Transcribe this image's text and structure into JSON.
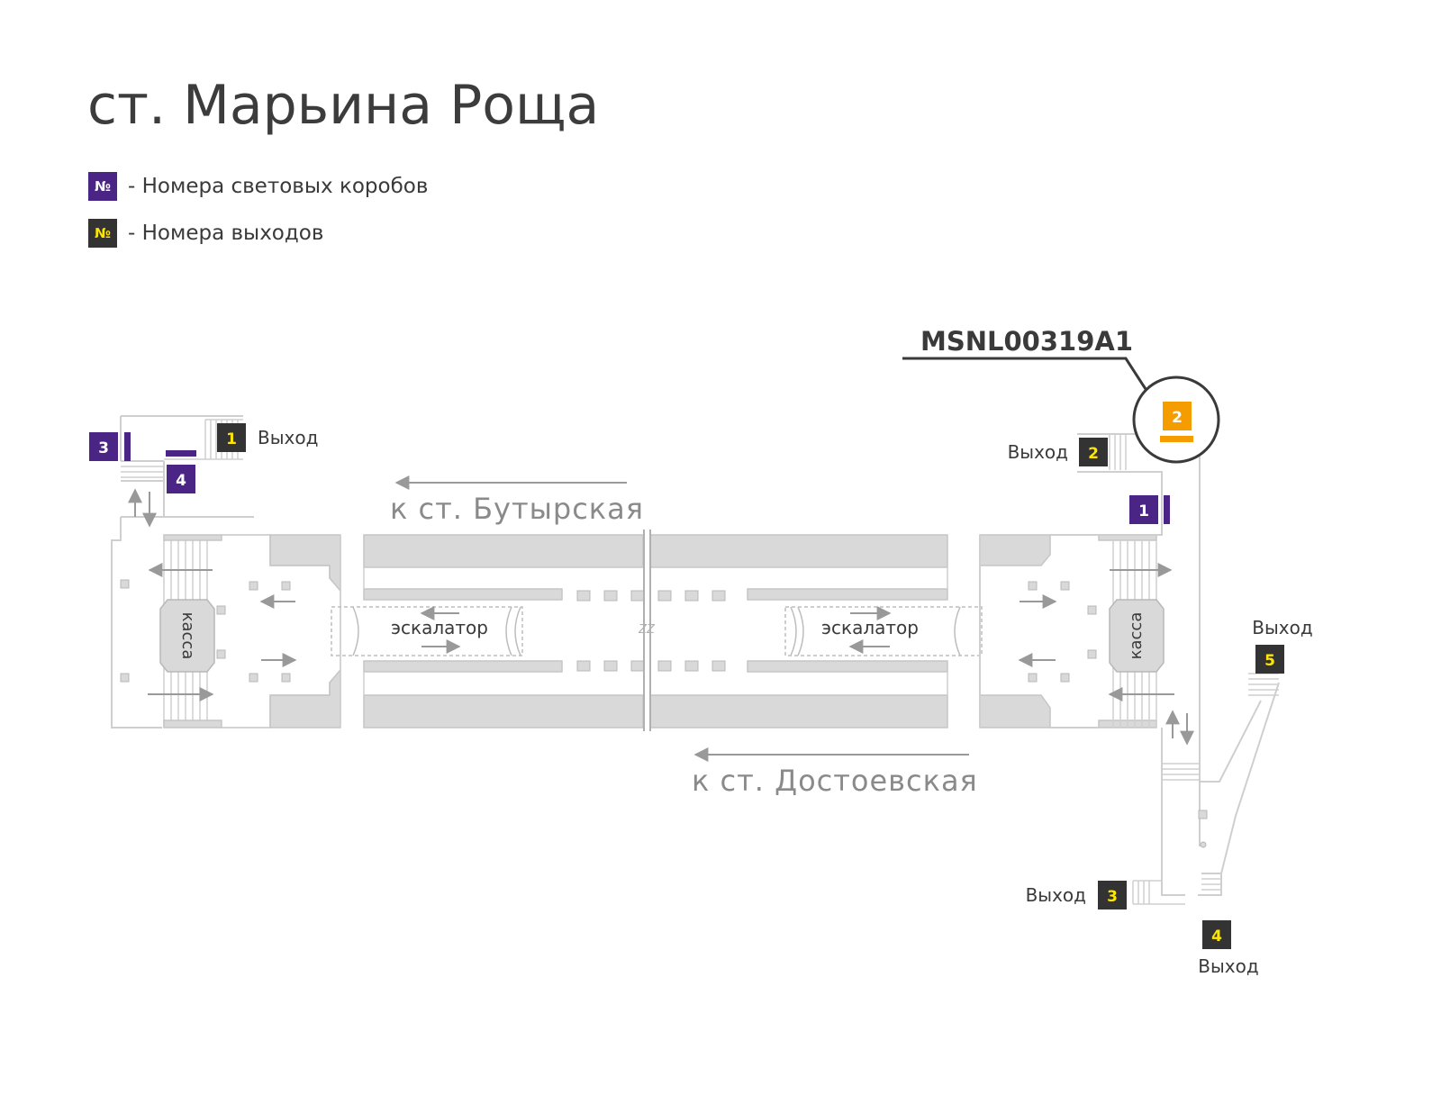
{
  "station": {
    "title": "ст. Марьина Роща"
  },
  "legend": {
    "items": [
      {
        "symbol": "№",
        "text": "- Номера световых коробов",
        "color": "#4b2586",
        "symbol_color": "#ffffff"
      },
      {
        "symbol": "№",
        "text": "- Номера выходов",
        "color": "#333333",
        "symbol_color": "#ffe600"
      }
    ]
  },
  "colors": {
    "lightbox": "#4b2586",
    "exit": "#333333",
    "exit_number": "#ffe600",
    "highlight": "#f59c00",
    "structure": "#d9d9d9",
    "line": "#999999",
    "text": "#3a3a3a"
  },
  "callout": {
    "code": "MSNL00319A1",
    "box": "2"
  },
  "directions": {
    "north": "к ст. Бутырская",
    "south": "к ст. Достоевская"
  },
  "escalators": {
    "left": "эскалатор",
    "right": "эскалатор"
  },
  "kassa": {
    "left": "касса",
    "right": "касса"
  },
  "lightboxes": [
    "1",
    "2",
    "3",
    "4"
  ],
  "exits": [
    {
      "num": "1",
      "label": "Выход"
    },
    {
      "num": "2",
      "label": "Выход"
    },
    {
      "num": "3",
      "label": "Выход"
    },
    {
      "num": "4",
      "label": "Выход"
    },
    {
      "num": "5",
      "label": "Выход"
    }
  ],
  "marks": {
    "zz": "ZZ"
  }
}
